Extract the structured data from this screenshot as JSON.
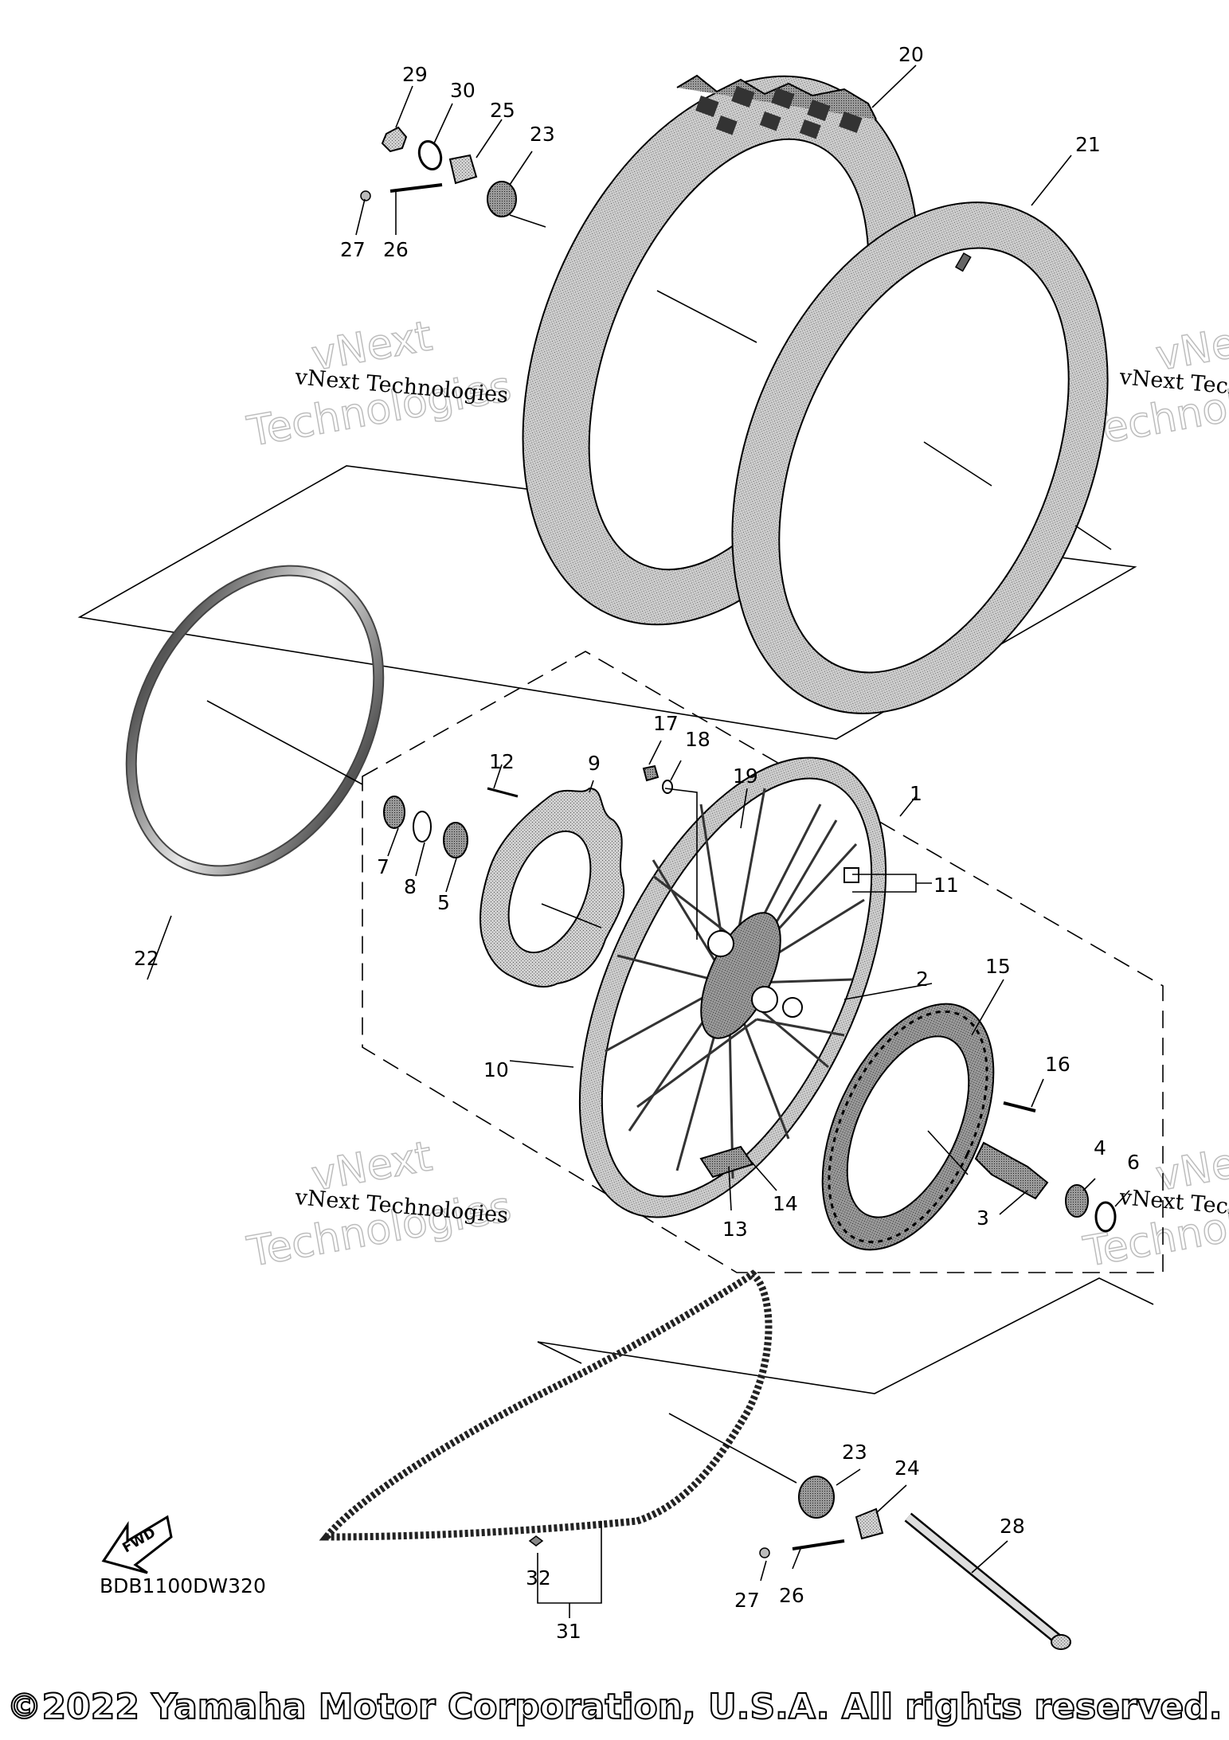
{
  "diagram": {
    "code": "BDB1100DW320",
    "fwd_label": "FWD",
    "watermark": {
      "line1": "vNext",
      "line2": "Technologies",
      "caption": "vNext Technologies"
    },
    "callouts": {
      "c1": "1",
      "c2": "2",
      "c3": "3",
      "c4": "4",
      "c5": "5",
      "c6": "6",
      "c7": "7",
      "c8": "8",
      "c9": "9",
      "c10": "10",
      "c11": "11",
      "c12": "12",
      "c13": "13",
      "c14": "14",
      "c15": "15",
      "c16": "16",
      "c17": "17",
      "c18": "18",
      "c19": "19",
      "c20": "20",
      "c21": "21",
      "c22": "22",
      "c23a": "23",
      "c23b": "23",
      "c24": "24",
      "c25": "25",
      "c26a": "26",
      "c26b": "26",
      "c27a": "27",
      "c27b": "27",
      "c28": "28",
      "c29": "29",
      "c30": "30",
      "c31": "31",
      "c32": "32"
    }
  },
  "footer": {
    "copyright": "©2022 Yamaha Motor Corporation, U.S.A. All rights reserved."
  }
}
